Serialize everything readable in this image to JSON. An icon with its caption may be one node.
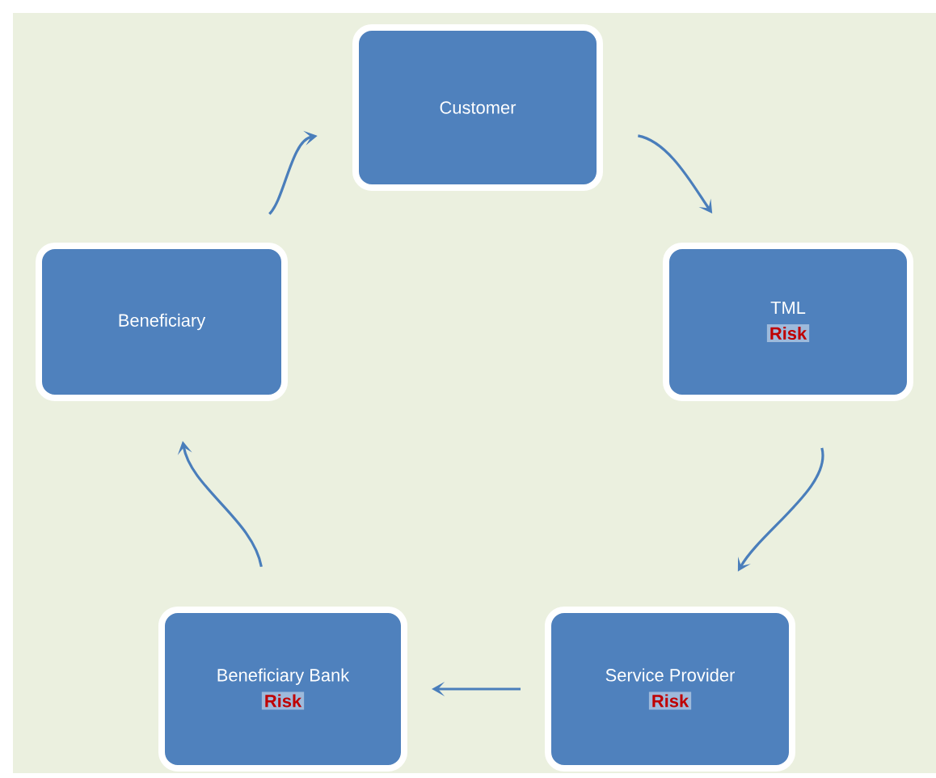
{
  "diagram": {
    "nodes": [
      {
        "text": [
          "Customer"
        ]
      },
      {
        "text": [
          "TML",
          "Risk"
        ]
      },
      {
        "text": [
          "Service Provider",
          "Risk"
        ]
      },
      {
        "text": [
          "Beneficiary Bank",
          "Risk"
        ]
      },
      {
        "text": [
          "Beneficiary"
        ]
      }
    ],
    "edges": [
      {
        "from": 0,
        "to": 1,
        "arrow": "to"
      },
      {
        "from": 1,
        "to": 2,
        "arrow": "to"
      },
      {
        "from": 2,
        "to": 3,
        "arrow": "to"
      },
      {
        "from": 3,
        "to": 4,
        "arrow": "to"
      },
      {
        "from": 4,
        "to": 0,
        "arrow": "to"
      }
    ]
  }
}
